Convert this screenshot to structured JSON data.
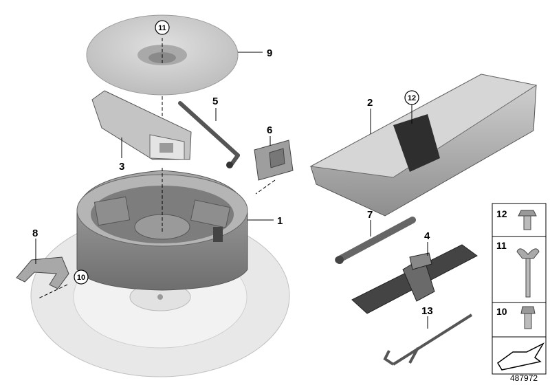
{
  "callouts": {
    "c1": "1",
    "c2": "2",
    "c3": "3",
    "c4": "4",
    "c5": "5",
    "c6": "6",
    "c7": "7",
    "c8": "8",
    "c9": "9",
    "c10": "10",
    "c11": "11",
    "c12": "12",
    "c13": "13"
  },
  "legend": {
    "row12": "12",
    "row11": "11",
    "row10": "10"
  },
  "image_id": "487972",
  "colors": {
    "part_fill": "#c8c8c8",
    "part_dark": "#8a8a8a",
    "tire": "#e6e6e6",
    "line": "#000000"
  }
}
